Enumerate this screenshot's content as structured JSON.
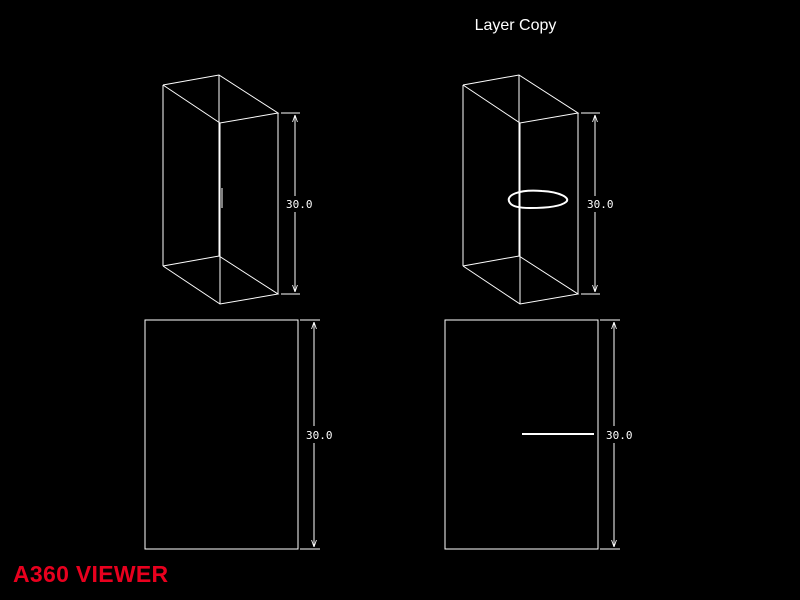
{
  "drawing": {
    "title": "Layer Copy",
    "watermark": "A360 VIEWER",
    "background_color": "#000000",
    "line_color": "#ffffff",
    "watermark_color": "#e8001e",
    "views": [
      {
        "name": "iso-left",
        "dimension": "30.0"
      },
      {
        "name": "iso-right",
        "dimension": "30.0"
      },
      {
        "name": "front-left",
        "dimension": "30.0"
      },
      {
        "name": "front-right",
        "dimension": "30.0"
      }
    ]
  }
}
